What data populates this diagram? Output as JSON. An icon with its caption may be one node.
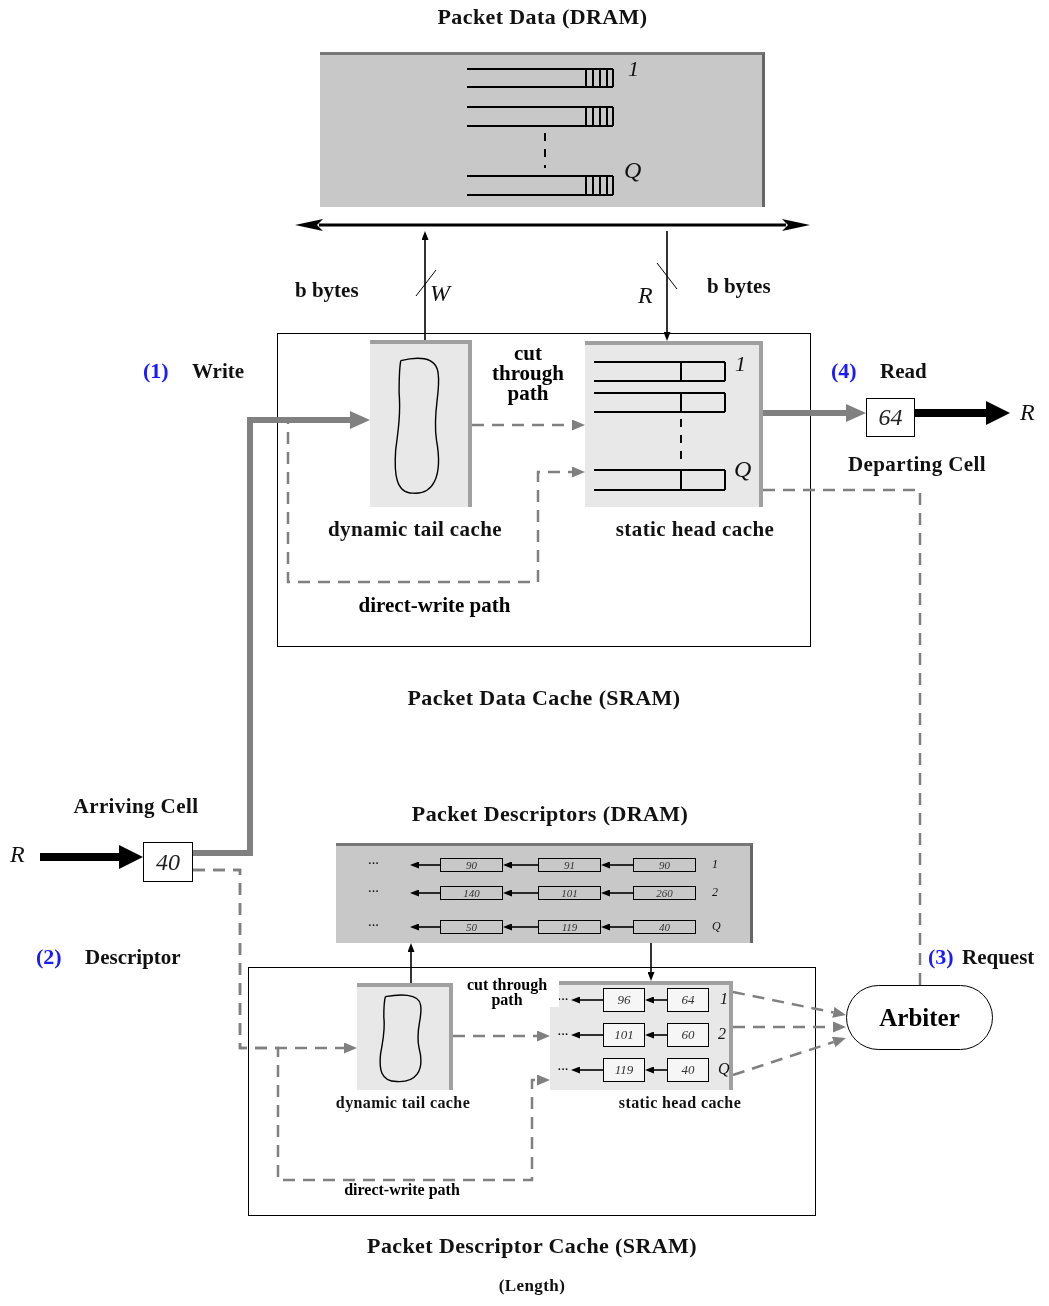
{
  "diagram": {
    "nodes": [
      {
        "text": [
          "Packet Data (DRAM)"
        ]
      },
      {
        "text": [],
        "shape": "bar"
      },
      {
        "text": [
          "Packet Data Cache (SRAM)"
        ]
      },
      {
        "text": [
          "dynamic tail cache"
        ],
        "in": 2
      },
      {
        "text": [
          "static head cache"
        ],
        "in": 2
      },
      {
        "text": [
          "64"
        ],
        "beside": [
          "Departing Cell"
        ]
      },
      {
        "text": [
          "40"
        ],
        "beside": [
          "Arriving Cell"
        ]
      },
      {
        "text": [
          "Packet Descriptors (DRAM)"
        ]
      },
      {
        "text": [
          "90"
        ],
        "in": 7
      },
      {
        "text": [
          "91"
        ],
        "in": 7
      },
      {
        "text": [
          "90"
        ],
        "in": 7
      },
      {
        "text": [
          "140"
        ],
        "in": 7
      },
      {
        "text": [
          "101"
        ],
        "in": 7
      },
      {
        "text": [
          "260"
        ],
        "in": 7
      },
      {
        "text": [
          "50"
        ],
        "in": 7
      },
      {
        "text": [
          "119"
        ],
        "in": 7
      },
      {
        "text": [
          "40"
        ],
        "in": 7
      },
      {
        "text": [
          "Packet Descriptor Cache (SRAM)",
          "(Length)"
        ]
      },
      {
        "text": [
          "dynamic tail cache"
        ],
        "in": 17
      },
      {
        "text": [
          "static head cache"
        ],
        "in": 17
      },
      {
        "text": [
          "96"
        ],
        "in": 19
      },
      {
        "text": [
          "64"
        ],
        "in": 19
      },
      {
        "text": [
          "101"
        ],
        "in": 19
      },
      {
        "text": [
          "60"
        ],
        "in": 19
      },
      {
        "text": [
          "119"
        ],
        "in": 19
      },
      {
        "text": [
          "40"
        ],
        "in": 19
      },
      {
        "text": [
          "Arbiter"
        ]
      },
      {
        "text": [
          "···"
        ],
        "in": 19
      },
      {
        "text": [
          "···"
        ],
        "in": 19
      },
      {
        "text": [
          "···"
        ],
        "in": 19
      }
    ],
    "edges": [
      {
        "from": 3,
        "to": 1,
        "arrow": "to"
      },
      {
        "from": 1,
        "to": 4,
        "arrow": "to"
      },
      {
        "from": 6,
        "to": 3,
        "arrow": "to",
        "style": "thick",
        "color": "#808080"
      },
      {
        "from": 3,
        "to": 4,
        "arrow": "to",
        "label": "cut through path",
        "style": "dashed",
        "color": "#808080"
      },
      {
        "from": 6,
        "to": 4,
        "arrow": "to",
        "label": "direct-write path",
        "style": "dashed",
        "color": "#808080"
      },
      {
        "from": 4,
        "to": 5,
        "arrow": "to",
        "style": "thick",
        "color": "#808080"
      },
      {
        "from": 5,
        "to": null,
        "arrow": "to",
        "style": "thick"
      },
      {
        "from": null,
        "to": 6,
        "arrow": "to",
        "style": "thick"
      },
      {
        "from": 4,
        "to": 26,
        "arrow": "none",
        "style": "dashed",
        "color": "#808080"
      },
      {
        "from": 6,
        "to": 18,
        "arrow": "to",
        "style": "dashed",
        "color": "#808080"
      },
      {
        "from": 18,
        "to": 7,
        "arrow": "to"
      },
      {
        "from": 7,
        "to": 19,
        "arrow": "to"
      },
      {
        "from": 18,
        "to": 19,
        "arrow": "to",
        "label": "cut through path",
        "style": "dashed",
        "color": "#808080"
      },
      {
        "from": 6,
        "to": 19,
        "arrow": "to",
        "label": "direct-write path",
        "style": "dashed",
        "color": "#808080"
      },
      {
        "from": 19,
        "to": 26,
        "arrow": "to",
        "style": "dashed",
        "color": "#808080"
      },
      {
        "from": 19,
        "to": 26,
        "arrow": "to",
        "style": "dashed",
        "color": "#808080"
      },
      {
        "from": 19,
        "to": 26,
        "arrow": "to",
        "style": "dashed",
        "color": "#808080"
      },
      {
        "from": 10,
        "to": 9,
        "arrow": "to"
      },
      {
        "from": 9,
        "to": 8,
        "arrow": "to"
      },
      {
        "from": 8,
        "to": null,
        "arrow": "to"
      },
      {
        "from": 13,
        "to": 12,
        "arrow": "to"
      },
      {
        "from": 12,
        "to": 11,
        "arrow": "to"
      },
      {
        "from": 11,
        "to": null,
        "arrow": "to"
      },
      {
        "from": 16,
        "to": 15,
        "arrow": "to"
      },
      {
        "from": 15,
        "to": 14,
        "arrow": "to"
      },
      {
        "from": 14,
        "to": null,
        "arrow": "to"
      },
      {
        "from": 21,
        "to": 20,
        "arrow": "to"
      },
      {
        "from": 20,
        "to": 27,
        "arrow": "to"
      },
      {
        "from": 23,
        "to": 22,
        "arrow": "to"
      },
      {
        "from": 22,
        "to": 28,
        "arrow": "to"
      },
      {
        "from": 25,
        "to": 24,
        "arrow": "to"
      },
      {
        "from": 24,
        "to": 29,
        "arrow": "to"
      }
    ],
    "labels": [
      "1",
      "Q",
      "b bytes",
      "W",
      "R",
      "b bytes",
      "(1)",
      "Write",
      "1",
      "Q",
      "(4)",
      "Read",
      "R",
      "R",
      "(2)",
      "Descriptor",
      "···",
      "···",
      "···",
      "1",
      "2",
      "Q",
      "(3)",
      "Request",
      "1",
      "2",
      "Q"
    ]
  }
}
